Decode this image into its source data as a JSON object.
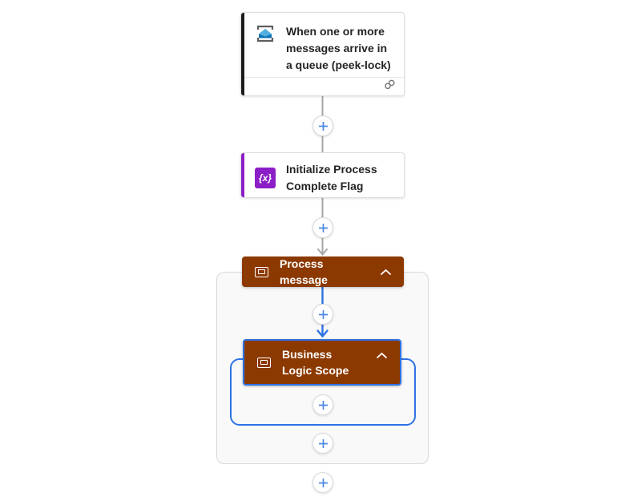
{
  "colors": {
    "scope_brown": "#8C3900",
    "variable_purple": "#8C1EC8",
    "trigger_accent": "#1B1B1B",
    "selection_blue": "#2E72E4",
    "plus_blue": "#4C86E2",
    "connector_gray": "#A6A6A6",
    "card_border": "#DEDEDE",
    "container_bg": "#F9F9F9",
    "text_dark": "#242424"
  },
  "trigger_card": {
    "title": "When one or more messages arrive in a queue (peek-lock)",
    "icon": "service-bus-icon",
    "footer_icon": "connection-link-icon"
  },
  "initialize_card": {
    "title": "Initialize Process Complete Flag",
    "icon": "variable-icon",
    "icon_text": "{x}"
  },
  "process_scope": {
    "title": "Process message",
    "icon": "scope-icon",
    "collapse_icon": "chevron-up-icon"
  },
  "business_scope": {
    "title": "Business Logic Scope",
    "icon": "scope-icon",
    "collapse_icon": "chevron-up-icon",
    "selected": true
  }
}
